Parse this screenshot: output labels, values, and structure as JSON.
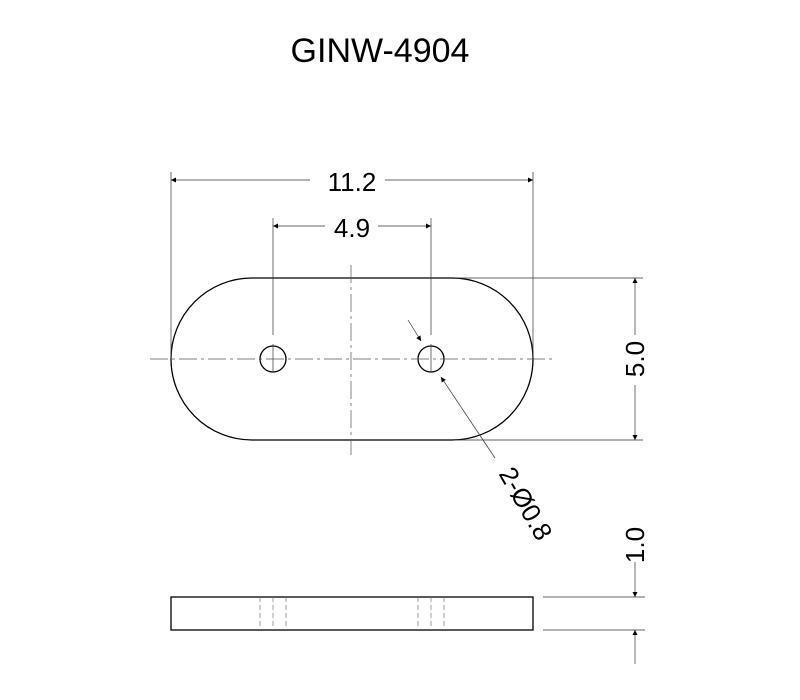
{
  "title": "GINW-4904",
  "dimensions": {
    "overall_length": "11.2",
    "hole_spacing": "4.9",
    "width": "5.0",
    "hole_callout": "2-Ø0.8",
    "thickness": "1.0"
  }
}
